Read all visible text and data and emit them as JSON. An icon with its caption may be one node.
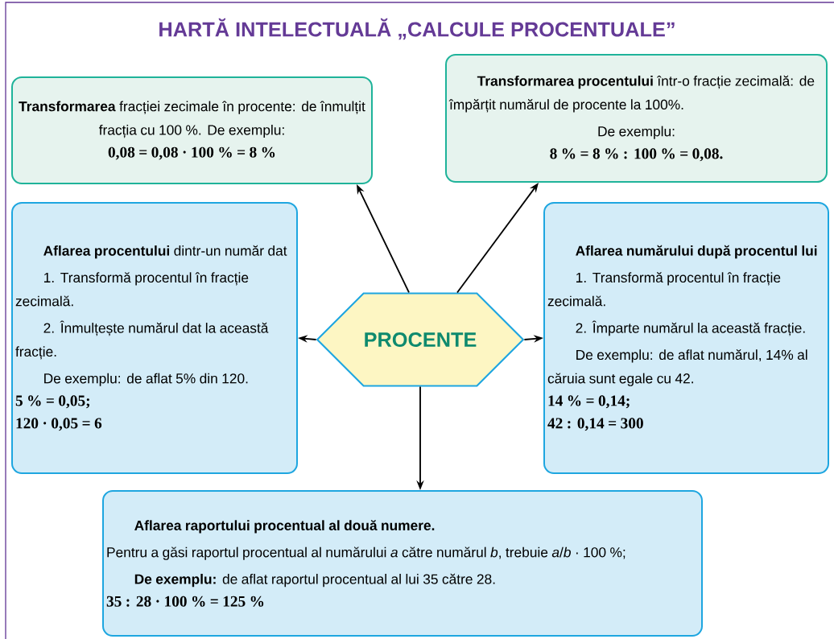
{
  "diagram": {
    "title": "HARTĂ INTELECTUALĂ „CALCULE PROCENTUALE”",
    "nodes": [
      {
        "text": [
          "PROCENTE"
        ]
      },
      {
        "text": [
          "**Transformarea** fracției zecimale în procente: de înmulțit fracția cu 100 %. De exemplu:",
          "0,08 = 0,08 · 100 % = 8 %"
        ]
      },
      {
        "text": [
          "**Transformarea procentului** într-o fracție zecimală: de împărțit numărul de procente la 100%.",
          "De exemplu:",
          "8 % = 8 % : 100 % = 0,08."
        ]
      },
      {
        "text": [
          "**Aflarea procentului** dintr-un număr dat",
          "1. Transformă procentul în fracție zecimală.",
          "2. Înmulțește numărul dat la această fracție.",
          "De exemplu: de aflat 5% din 120.",
          "5 % = 0,05;",
          "120 · 0,05 = 6"
        ]
      },
      {
        "text": [
          "Aflarea numărului după procentul lui",
          "1. Transformă procentul în fracție zecimală.",
          "2. Împarte numărul la această fracție.",
          "De exemplu: de aflat numărul, 14% al căruia sunt egale cu 42.",
          "14 % = 0,14;",
          "42 : 0,14 = 300"
        ]
      },
      {
        "text": [
          "Aflarea raportului procentual al două numere.",
          "Pentru a găsi raportul procentual al numărului *a* către numărul *b*, trebuie *a*/*b* · 100 %;",
          "**De exemplu:** de aflat raportul procentual al lui 35 către 28.",
          "35 : 28 · 100 % = 125 %"
        ]
      }
    ],
    "edges": [
      {
        "from": 0,
        "to": 1,
        "arrow": "to"
      },
      {
        "from": 0,
        "to": 2,
        "arrow": "to"
      },
      {
        "from": 0,
        "to": 3,
        "arrow": "to"
      },
      {
        "from": 0,
        "to": 4,
        "arrow": "to"
      },
      {
        "from": 0,
        "to": 5,
        "arrow": "to"
      }
    ]
  }
}
